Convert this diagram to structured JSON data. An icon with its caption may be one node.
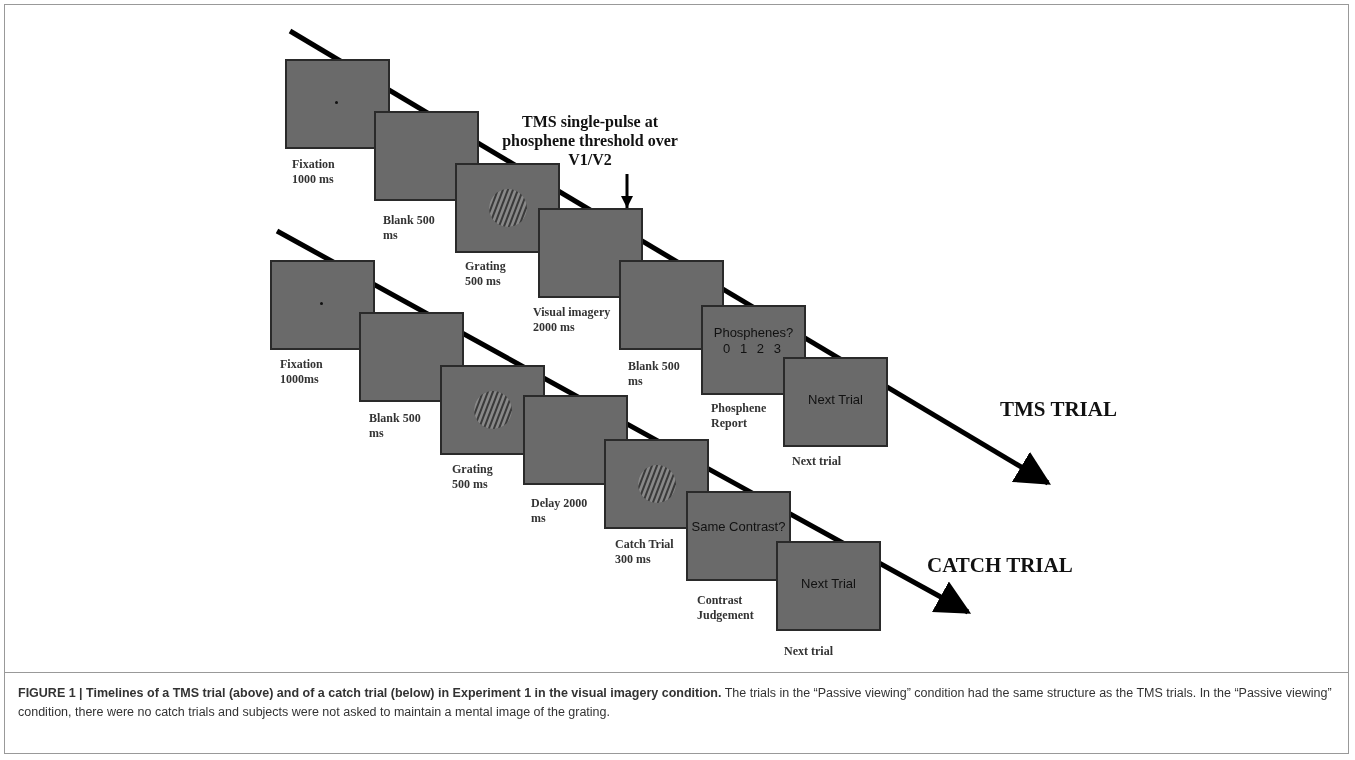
{
  "diagram": {
    "caption": "**FIGURE 1 | Timelines of a TMS trial (above) and of a catch trial (below) in Experiment 1 in the visual imagery condition.** The trials in the “Passive viewing” condition had the same structure as the TMS trials. In the “Passive viewing” condition, there were no catch trials and subjects were not asked to maintain a mental image of the grating.",
    "nodes": [
      {
        "text": [],
        "shape": "box"
      },
      {
        "text": [],
        "shape": "box"
      },
      {
        "text": [],
        "shape": "box"
      },
      {
        "text": [],
        "shape": "box"
      },
      {
        "text": [],
        "shape": "box"
      },
      {
        "text": [
          "Phosphenes?",
          "0 1 2 3"
        ]
      },
      {
        "text": [
          "Next Trial"
        ]
      },
      {
        "text": [
          "TMS single-pulse at phosphene threshold over V1/V2"
        ]
      },
      {
        "text": [],
        "shape": "box"
      },
      {
        "text": [],
        "shape": "box"
      },
      {
        "text": [],
        "shape": "box"
      },
      {
        "text": [],
        "shape": "box"
      },
      {
        "text": [],
        "shape": "box"
      },
      {
        "text": [
          "Same Contrast?"
        ]
      },
      {
        "text": [
          "Next Trial"
        ]
      }
    ],
    "edges": [
      {
        "from": 7,
        "to": 3,
        "arrow": "to"
      }
    ],
    "labels": [
      "Fixation 1000 ms",
      "Blank 500 ms",
      "Grating 500 ms",
      "Visual imagery 2000 ms",
      "Blank 500 ms",
      "Phosphene Report",
      "Next trial",
      "TMS TRIAL",
      "Fixation 1000ms",
      "Blank 500 ms",
      "Grating 500 ms",
      "Delay 2000 ms",
      "Catch Trial 300 ms",
      "Contrast Judgement",
      "Next trial",
      "CATCH TRIAL"
    ]
  }
}
